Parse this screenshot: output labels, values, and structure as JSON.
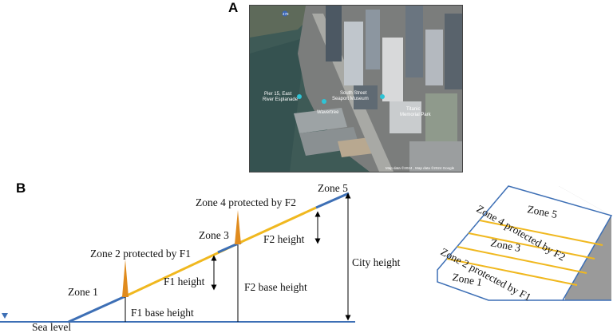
{
  "panel_a": {
    "letter": "A",
    "map_labels": {
      "pier": [
        "Pier 15, East",
        "River Esplanade"
      ],
      "museum": [
        "South Street",
        "Seaport Museum"
      ],
      "park": [
        "Titanic",
        "Memorial Park"
      ],
      "waterfront": "Wavertree",
      "credit": "Map data ©2024 , Map data ©2024 Google",
      "road_shield": "478"
    }
  },
  "panel_b": {
    "letter": "B",
    "profile_labels": {
      "sea_level": "Sea level",
      "zone1": "Zone 1",
      "zone2": "Zone 2 protected by F1",
      "zone3": "Zone 3",
      "zone4": "Zone 4 protected by F2",
      "zone5": "Zone 5",
      "f1_height": "F1 height",
      "f1_base": "F1 base height",
      "f2_height": "F2 height",
      "f2_base": "F2 base height",
      "city_height": "City height"
    },
    "slope_labels": {
      "zone5": "Zone 5",
      "zone4": "Zone 4 protected by F2",
      "zone3": "Zone 3",
      "zone2": "Zone 2 protected by F1",
      "zone1": "Zone 1"
    },
    "colors": {
      "unprotected_segment": "#3d6fb5",
      "protected_segment": "#f0b81f",
      "flood_wall": "#e08b1e",
      "slope_side": "#9a9a9a"
    }
  }
}
